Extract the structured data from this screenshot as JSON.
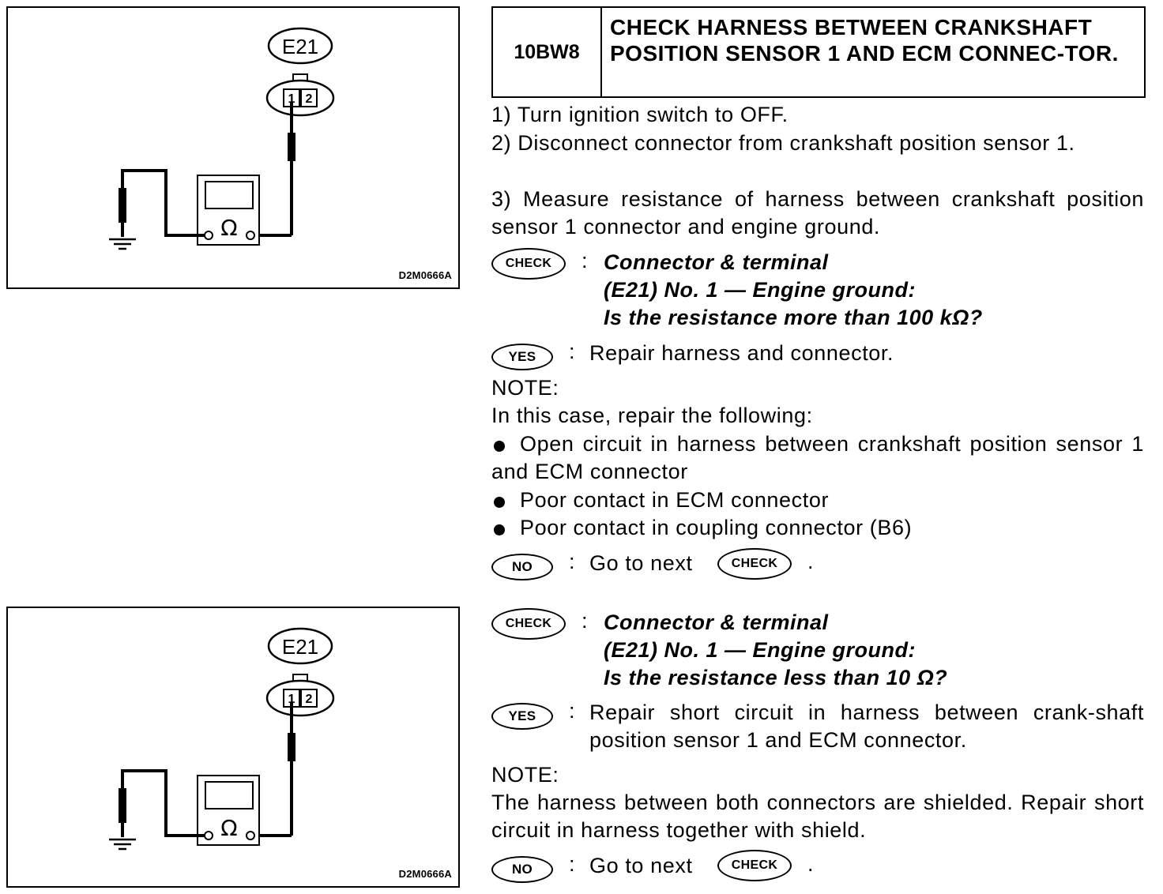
{
  "figure1": {
    "connector_label": "E21",
    "pin1": "1",
    "pin2": "2",
    "meter_symbol": "Ω",
    "code": "D2M0666A"
  },
  "figure2": {
    "connector_label": "E21",
    "pin1": "1",
    "pin2": "2",
    "meter_symbol": "Ω",
    "code": "D2M0666A"
  },
  "step": {
    "code": "10BW8",
    "title": "CHECK HARNESS BETWEEN CRANKSHAFT POSITION SENSOR 1 AND ECM CONNEC-TOR."
  },
  "instructions": [
    "1)  Turn ignition switch to OFF.",
    "2)  Disconnect connector from crankshaft position sensor 1.",
    "3)  Measure resistance of harness between crankshaft position sensor 1 connector and engine ground."
  ],
  "badges": {
    "check": "CHECK",
    "yes": "YES",
    "no": "NO"
  },
  "check1": {
    "line1": "Connector & terminal",
    "line2": "(E21) No. 1 — Engine ground:",
    "line3": "Is the resistance more than 100 kΩ?",
    "yes": "Repair harness and connector.",
    "note_label": "NOTE:",
    "note_intro": "In this case, repair the following:",
    "bullets": [
      "Open circuit in harness between crankshaft position sensor 1 and ECM connector",
      "Poor contact in ECM connector",
      "Poor contact in coupling connector (B6)"
    ],
    "no": "Go to next"
  },
  "check2": {
    "line1": "Connector & terminal",
    "line2": "(E21) No. 1 — Engine ground:",
    "line3": "Is the resistance less than 10 Ω?",
    "yes": "Repair short circuit in harness between crank-shaft position sensor 1 and ECM connector.",
    "note_label": "NOTE:",
    "note_text": "The harness between both connectors are shielded. Repair short circuit in harness together with shield.",
    "no": "Go to next"
  },
  "punct": {
    "colon": ":",
    "period": "."
  }
}
